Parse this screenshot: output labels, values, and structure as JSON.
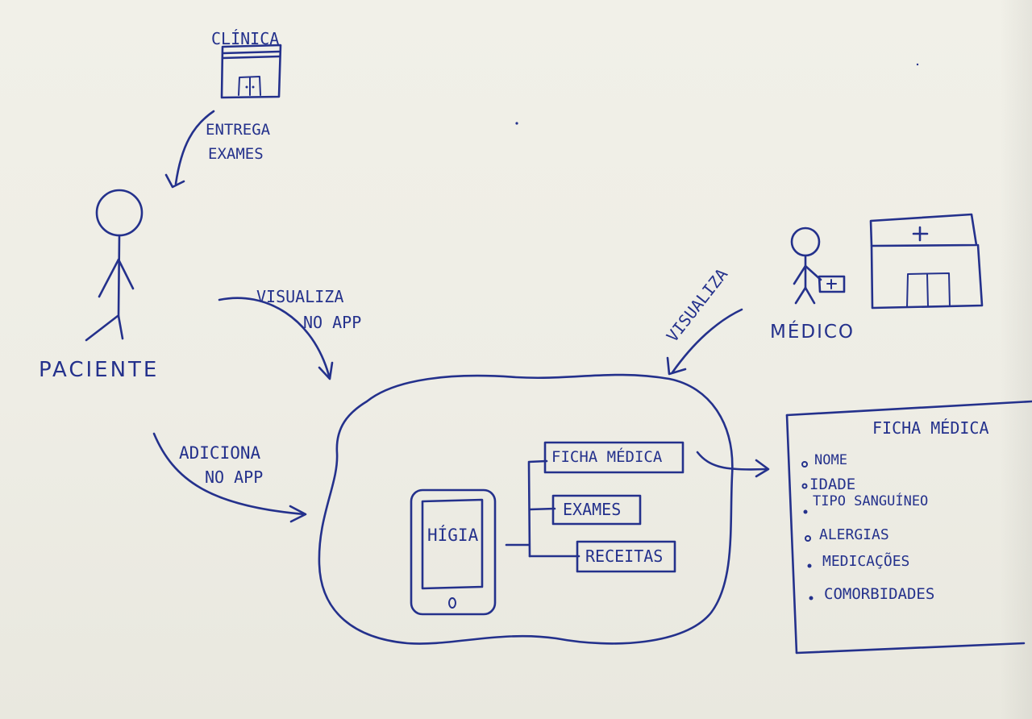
{
  "labels": {
    "clinica": "CLÍNICA",
    "entrega": "ENTREGA",
    "exames_arrow": "EXAMES",
    "paciente": "PACIENTE",
    "visualiza_left_1": "VISUALIZA",
    "visualiza_left_2": "NO APP",
    "visualiza_right": "VISUALIZA",
    "medico": "MÉDICO",
    "adiciona_1": "ADICIONA",
    "adiciona_2": "NO APP",
    "phone_label": "HÍGIA",
    "box_ficha": "FICHA MÉDICA",
    "box_exames": "EXAMES",
    "box_receitas": "RECEITAS"
  },
  "ficha_panel": {
    "title": "FICHA MÉDICA",
    "items": [
      "NOME",
      "IDADE",
      "TIPO SANGUÍNEO",
      "ALERGIAS",
      "MEDICAÇÕES",
      "COMORBIDADES"
    ]
  },
  "ink_color": "#24318c",
  "icons": [
    "clinic-building-icon",
    "hospital-building-icon",
    "stick-figure-patient-icon",
    "stick-figure-doctor-icon",
    "phone-icon"
  ]
}
